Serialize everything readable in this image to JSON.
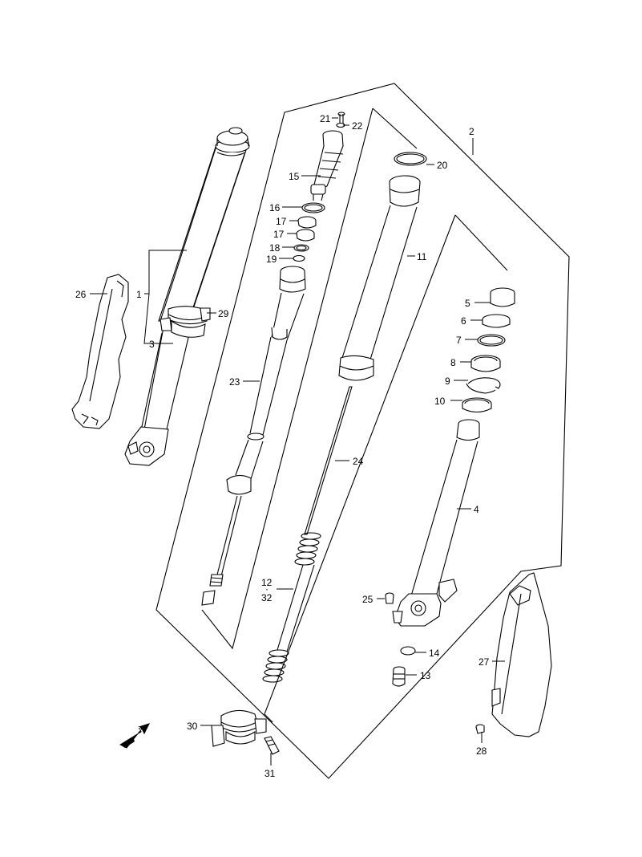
{
  "diagram": {
    "labels": {
      "p1": "1",
      "p2": "2",
      "p3": "3",
      "p4": "4",
      "p5": "5",
      "p6": "6",
      "p7": "7",
      "p8": "8",
      "p9": "9",
      "p10": "10",
      "p11": "11",
      "p12": "12",
      "p12_sep": "·",
      "p32": "32",
      "p13": "13",
      "p14": "14",
      "p15": "15",
      "p16": "16",
      "p17a": "17",
      "p17b": "17",
      "p18": "18",
      "p19": "19",
      "p20": "20",
      "p21": "21",
      "p22": "22",
      "p23": "23",
      "p24": "24",
      "p25": "25",
      "p26": "26",
      "p27": "27",
      "p28": "28",
      "p29": "29",
      "p30": "30",
      "p31": "31"
    },
    "fwd_text": "FWD",
    "colors": {
      "line": "#000000",
      "background": "#ffffff"
    }
  }
}
